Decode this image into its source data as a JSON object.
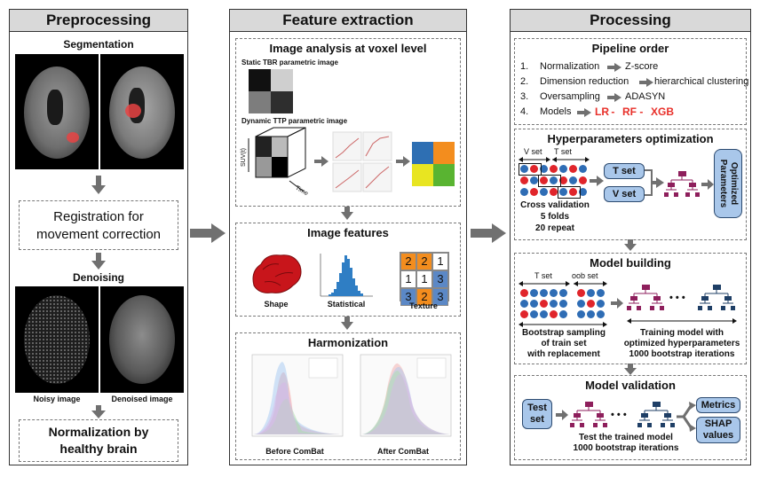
{
  "preprocessing": {
    "title": "Preprocessing",
    "segmentation": "Segmentation",
    "registration": "Registration for movement correction",
    "denoising": "Denoising",
    "noisy_label": "Noisy image",
    "denoised_label": "Denoised image",
    "normalization": "Normalization by healthy brain"
  },
  "feature_extraction": {
    "title": "Feature extraction",
    "voxel_title": "Image analysis at voxel level",
    "static_label": "Static TBR parametric image",
    "dynamic_label": "Dynamic TTP parametric image",
    "suv_axis": "SUV(t)",
    "time_axis": "Time",
    "features_title": "Image features",
    "shape_label": "Shape",
    "statistical_label": "Statistical",
    "texture_label": "Texture",
    "texture_values": [
      "2",
      "2",
      "1",
      "1",
      "1",
      "3",
      "3",
      "2",
      "3"
    ],
    "harmonization_title": "Harmonization",
    "before_label": "Before ComBat",
    "after_label": "After ComBat"
  },
  "processing": {
    "title": "Processing",
    "pipeline_title": "Pipeline order",
    "pipeline": [
      {
        "num": "1.",
        "step": "Normalization",
        "result": "Z-score"
      },
      {
        "num": "2.",
        "step": "Dimension reduction",
        "result": "hierarchical clustering"
      },
      {
        "num": "3.",
        "step": "Oversampling",
        "result": "ADASYN"
      },
      {
        "num": "4.",
        "step": "Models",
        "result": ""
      }
    ],
    "models": [
      "LR",
      "RF",
      "XGB"
    ],
    "model_sep": " - ",
    "hyper_title": "Hyperparameters optimization",
    "vset": "V set",
    "tset": "T set",
    "cv_line1": "Cross validation",
    "cv_line2": "5 folds",
    "cv_line3": "20 repeat",
    "tset_box": "T set",
    "vset_box": "V set",
    "optimized_params": "Optimized Parameters",
    "build_title": "Model building",
    "build_tset": "T set",
    "oob_set": "oob set",
    "bootstrap_1": "Bootstrap sampling",
    "bootstrap_2": "of train set",
    "bootstrap_3": "with replacement",
    "training_1": "Training model with",
    "training_2": "optimized hyperparameters",
    "training_3": "1000 bootstrap iterations",
    "dots": "• • •",
    "validation_title": "Model validation",
    "test_set": "Test set",
    "metrics": "Metrics",
    "shap": "SHAP values",
    "test_1": "Test the trained model",
    "test_2": "1000 bootstrap iterations"
  },
  "colors": {
    "red_dot": "#e0252b",
    "blue_dot": "#2f6db5",
    "tree_magenta": "#8e1f5c",
    "tree_navy": "#1f3f66",
    "pill_fill": "#a9c7ea",
    "arrow": "#707070",
    "model_red": "#e8302a"
  }
}
